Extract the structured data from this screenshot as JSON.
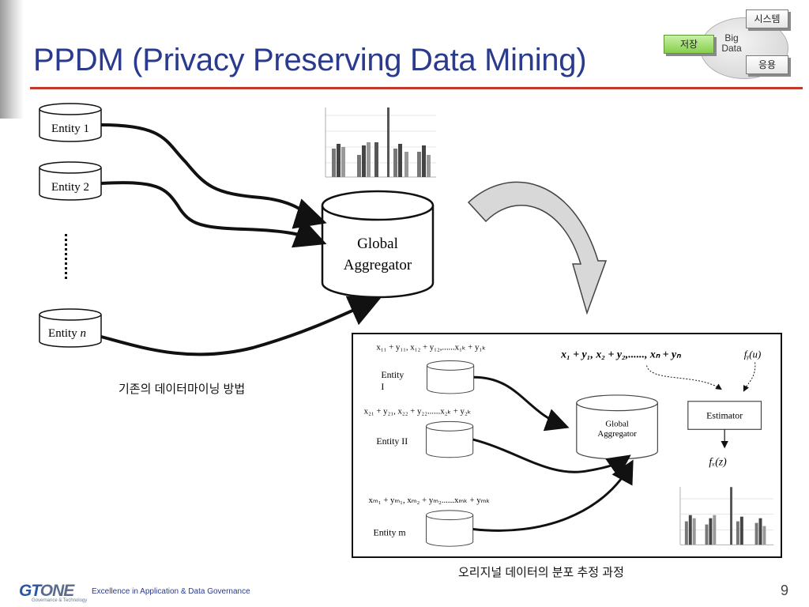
{
  "slide": {
    "title": "PPDM (Privacy Preserving Data Mining)",
    "page_number": "9"
  },
  "category_widget": {
    "center_line1": "Big",
    "center_line2": "Data",
    "items": [
      "시스템",
      "저장",
      "응용"
    ],
    "active": "저장",
    "active_color": "#86cf4e"
  },
  "left_diagram": {
    "entities": [
      "Entity 1",
      "Entity 2",
      "Entity n"
    ],
    "entity_n_label": "Entity",
    "entity_n_var": "n",
    "aggregator_line1": "Global",
    "aggregator_line2": "Aggregator",
    "caption": "기존의 데이터마이닝 방법"
  },
  "right_diagram": {
    "entities": [
      "Entity I",
      "Entity II",
      "Entity m"
    ],
    "entity_1_line1": "Entity",
    "entity_1_line2": "I",
    "entity_2": "Entity II",
    "entity_3": "Entity m",
    "formula_1": "x₁₁ + y₁₁, x₁₂ + y₁₂,......x₁ₖ + y₁ₖ",
    "formula_2": "x₂₁ + y₂₁, x₂₂ + y₂₂......x₂ₖ + y₂ₖ",
    "formula_3": "xₘ₁ + yₘ₁, xₘ₂ + yₘ₂......xₘₖ + yₘₖ",
    "main_formula": "x₁ + y₁, x₂ + y₂,......, xₙ + yₙ",
    "fy": "fᵧ(u)",
    "aggregator_line1": "Global",
    "aggregator_line2": "Aggregator",
    "estimator": "Estimator",
    "fx": "fₓ(z)",
    "caption": "오리지널 데이터의 분포 추정 과정"
  },
  "footer": {
    "logo_main": "GT",
    "logo_accent": "ONE",
    "logo_sub": "Governance & Technology",
    "tagline": "Excellence in Application & Data Governance"
  },
  "colors": {
    "title": "#2a3a8c",
    "rule": "#c0392b",
    "logo": "#2a56a6"
  }
}
